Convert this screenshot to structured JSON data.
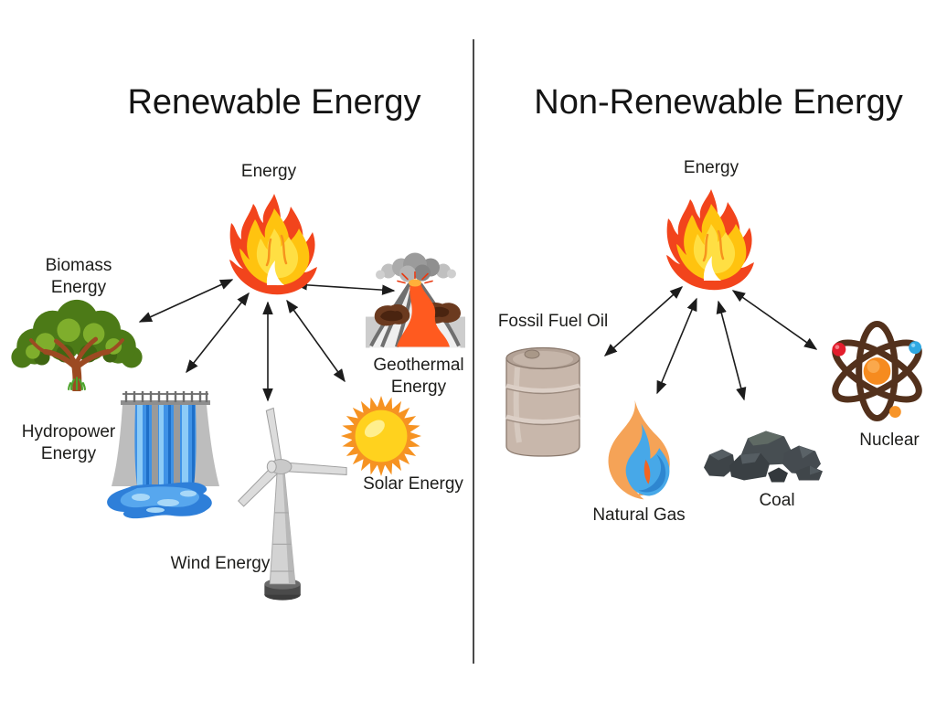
{
  "page": {
    "background_color": "#ffffff",
    "text_color": "#1d1d1b",
    "divider_color": "#4a4a4a"
  },
  "left_panel": {
    "title": "Renewable Energy",
    "flame_label": "Energy",
    "items": [
      {
        "name": "biomass",
        "icon": "tree-icon",
        "lines": [
          "Biomass",
          "Energy"
        ]
      },
      {
        "name": "hydropower",
        "icon": "dam-icon",
        "lines": [
          "Hydropower",
          "Energy"
        ]
      },
      {
        "name": "wind",
        "icon": "wind-turbine-icon",
        "lines": [
          "Wind Energy"
        ]
      },
      {
        "name": "solar",
        "icon": "sun-icon",
        "lines": [
          "Solar Energy"
        ]
      },
      {
        "name": "geothermal",
        "icon": "volcano-icon",
        "lines": [
          "Geothermal",
          "Energy"
        ]
      }
    ]
  },
  "right_panel": {
    "title": "Non-Renewable Energy",
    "flame_label": "Energy",
    "items": [
      {
        "name": "fossil-fuel-oil",
        "icon": "oil-barrel-icon",
        "lines": [
          "Fossil Fuel Oil"
        ]
      },
      {
        "name": "natural-gas",
        "icon": "gas-flame-icon",
        "lines": [
          "Natural Gas"
        ]
      },
      {
        "name": "coal",
        "icon": "coal-rocks-icon",
        "lines": [
          "Coal"
        ]
      },
      {
        "name": "nuclear",
        "icon": "atom-icon",
        "lines": [
          "Nuclear"
        ]
      }
    ]
  },
  "palette": {
    "flame_red": "#f2441c",
    "flame_yellow": "#ffc30f",
    "water_blue": "#3f92e6",
    "gas_blue": "#47a8e8",
    "gas_orange": "#f5a357",
    "sun_orange": "#f69322",
    "sun_yellow": "#ffd21e",
    "tree_green": "#4c7a17",
    "trunk_brown": "#9c4a22",
    "lava_orange": "#ff5a1f",
    "atom_brown": "#53311c",
    "coal_gray": "#42484c",
    "barrel_tan": "#c8b7ab",
    "arrow_black": "#1c1c1c"
  }
}
